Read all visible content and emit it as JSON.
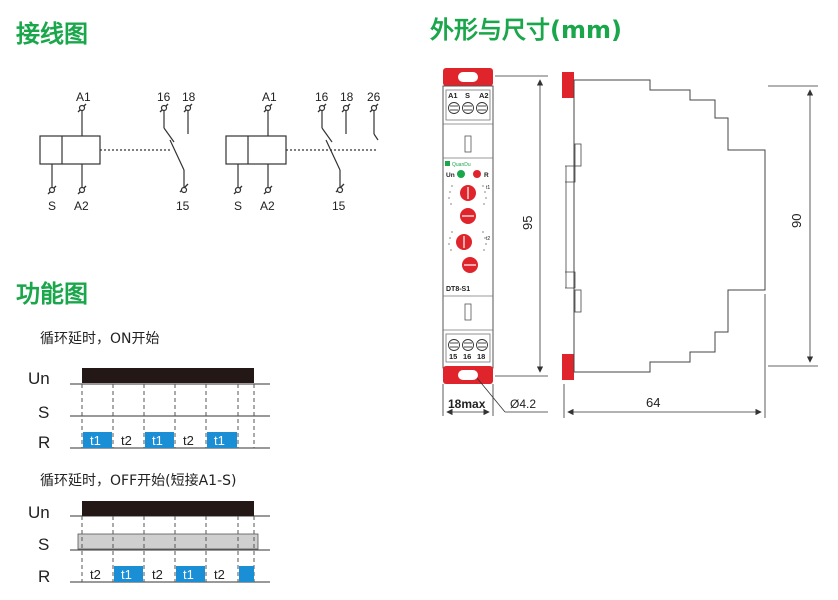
{
  "headings": {
    "wiring": "接线图",
    "dimensions": "外形与尺寸(mm)",
    "function": "功能图"
  },
  "wiring": {
    "left": {
      "a1": "A1",
      "s": "S",
      "a2": "A2",
      "t16": "16",
      "t18": "18",
      "t15": "15"
    },
    "right": {
      "a1": "A1",
      "s": "S",
      "a2": "A2",
      "t16": "16",
      "t18": "18",
      "t26": "26",
      "t15": "15"
    }
  },
  "timing1": {
    "caption": "循环延时，ON开始",
    "rows": [
      "Un",
      "S",
      "R"
    ],
    "pulses": [
      "t1",
      "t2",
      "t1",
      "t2",
      "t1"
    ]
  },
  "timing2": {
    "caption": "循环延时，OFF开始(短接A1-S)",
    "rows": [
      "Un",
      "S",
      "R"
    ],
    "pulses": [
      "t2",
      "t1",
      "t2",
      "t1",
      "t2"
    ]
  },
  "device": {
    "top_terminals": [
      "A1",
      "S",
      "A2"
    ],
    "bottom_terminals": [
      "15",
      "16",
      "18"
    ],
    "brand": "QuanDu",
    "un_label": "Un",
    "r_label": "R",
    "t1_label": "t1",
    "t2_label": "t2",
    "model": "DT8-S1"
  },
  "dims": {
    "width": "18max",
    "hole": "Ø4.2",
    "height_front": "95",
    "height_side": "90",
    "depth": "64"
  },
  "colors": {
    "green": "#1aa64a",
    "red": "#e0242c",
    "blue": "#1a8fd6",
    "black": "#231815",
    "gray": "#cfcfcf"
  }
}
